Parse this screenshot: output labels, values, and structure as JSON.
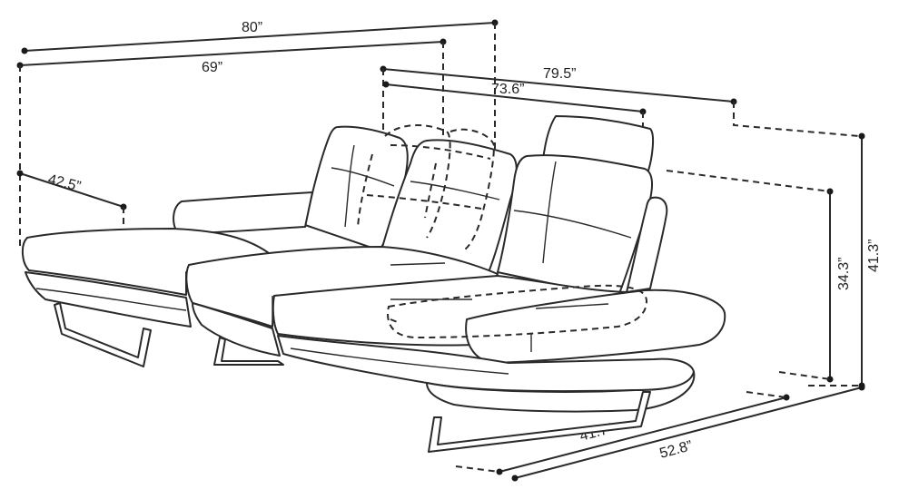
{
  "diagram": {
    "dimensions": {
      "overall_width": "80”",
      "back_width": "69”",
      "right_width": "79.5”",
      "right_inner_width": "73.6”",
      "chaise_depth": "42.5”",
      "seat_height": "34.3”",
      "overall_height": "41.3”",
      "seat_depth": "41.7”",
      "overall_depth": "52.8”"
    }
  }
}
